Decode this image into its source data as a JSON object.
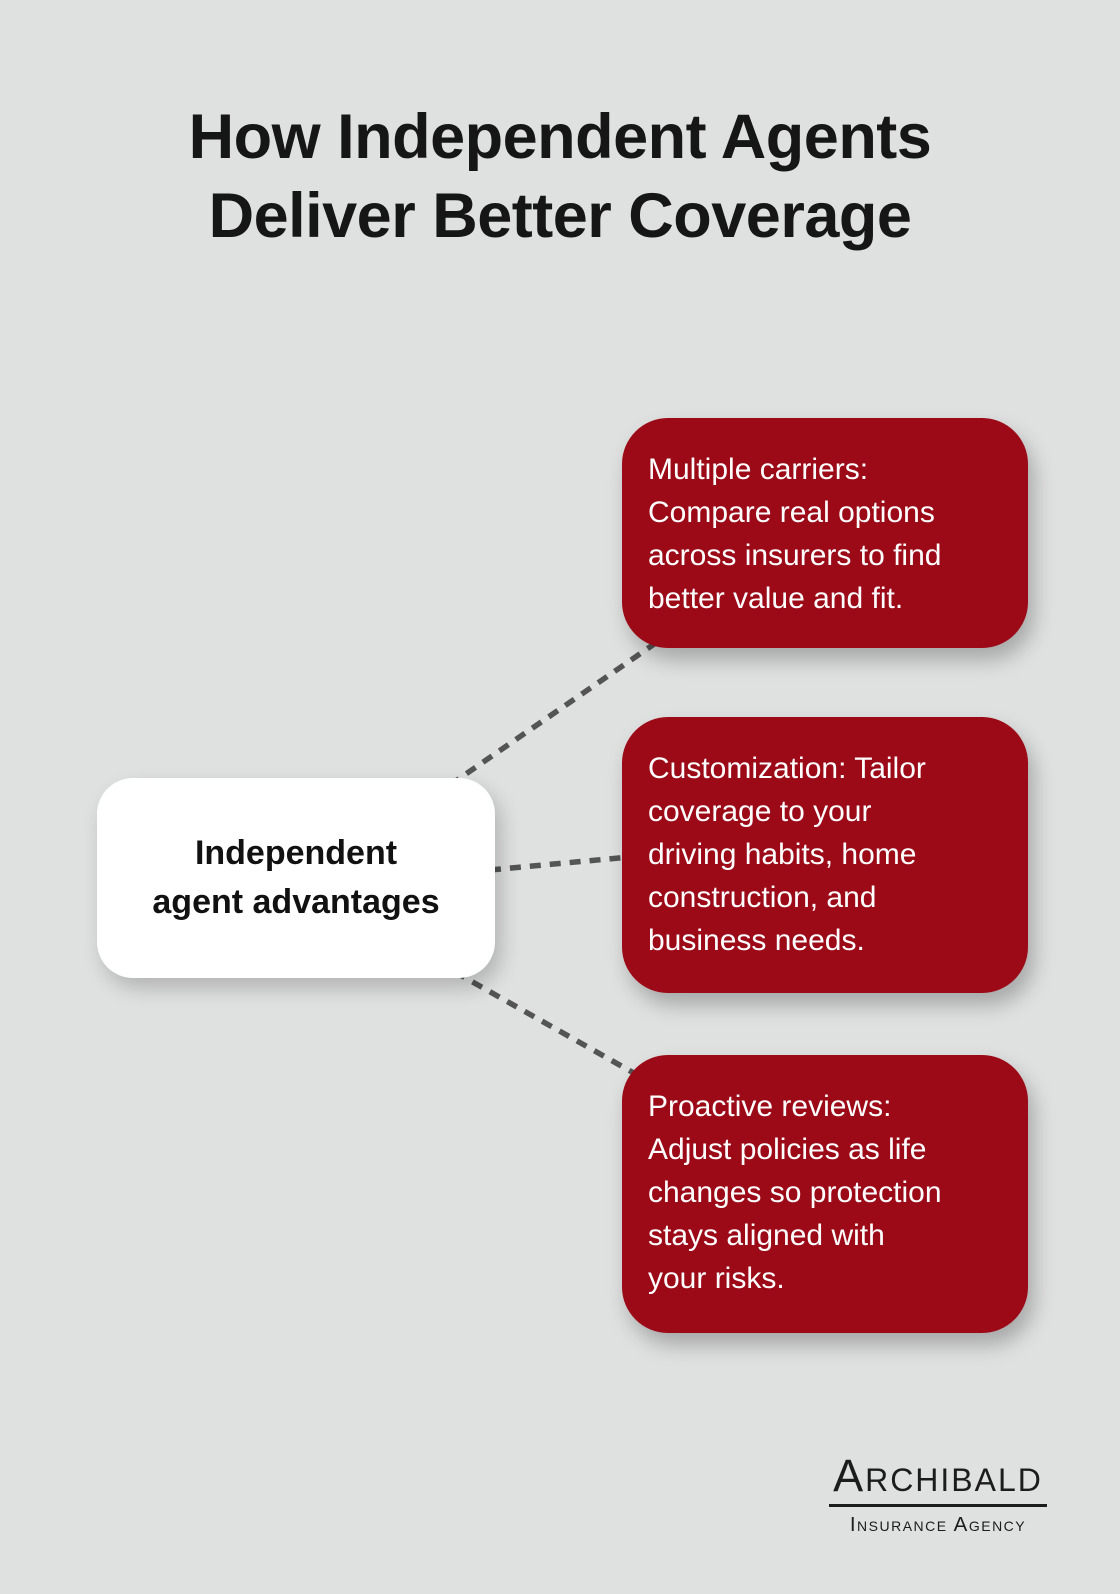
{
  "page": {
    "title": "How Independent Agents\nDeliver Better Coverage"
  },
  "mindmap": {
    "root": {
      "label": "Independent\nagent advantages"
    },
    "branches": [
      {
        "id": "multiple-carriers",
        "text": "Multiple carriers:\nCompare real options\nacross insurers to find\nbetter value and fit."
      },
      {
        "id": "customization",
        "text": "Customization: Tailor\ncoverage to your\ndriving habits, home\nconstruction, and\nbusiness needs."
      },
      {
        "id": "proactive-reviews",
        "text": "Proactive reviews:\nAdjust policies as life\nchanges so protection\nstays aligned with\nyour risks."
      }
    ]
  },
  "footer": {
    "brand": "Archibald",
    "tagline": "Insurance Agency"
  },
  "colors": {
    "background": "#dfe0e0",
    "card_red": "#9c0917",
    "card_white": "#ffffff",
    "connector": "#545454",
    "text_dark": "#161616",
    "text_light": "#ffffff",
    "brand": "#1c1c1c"
  }
}
